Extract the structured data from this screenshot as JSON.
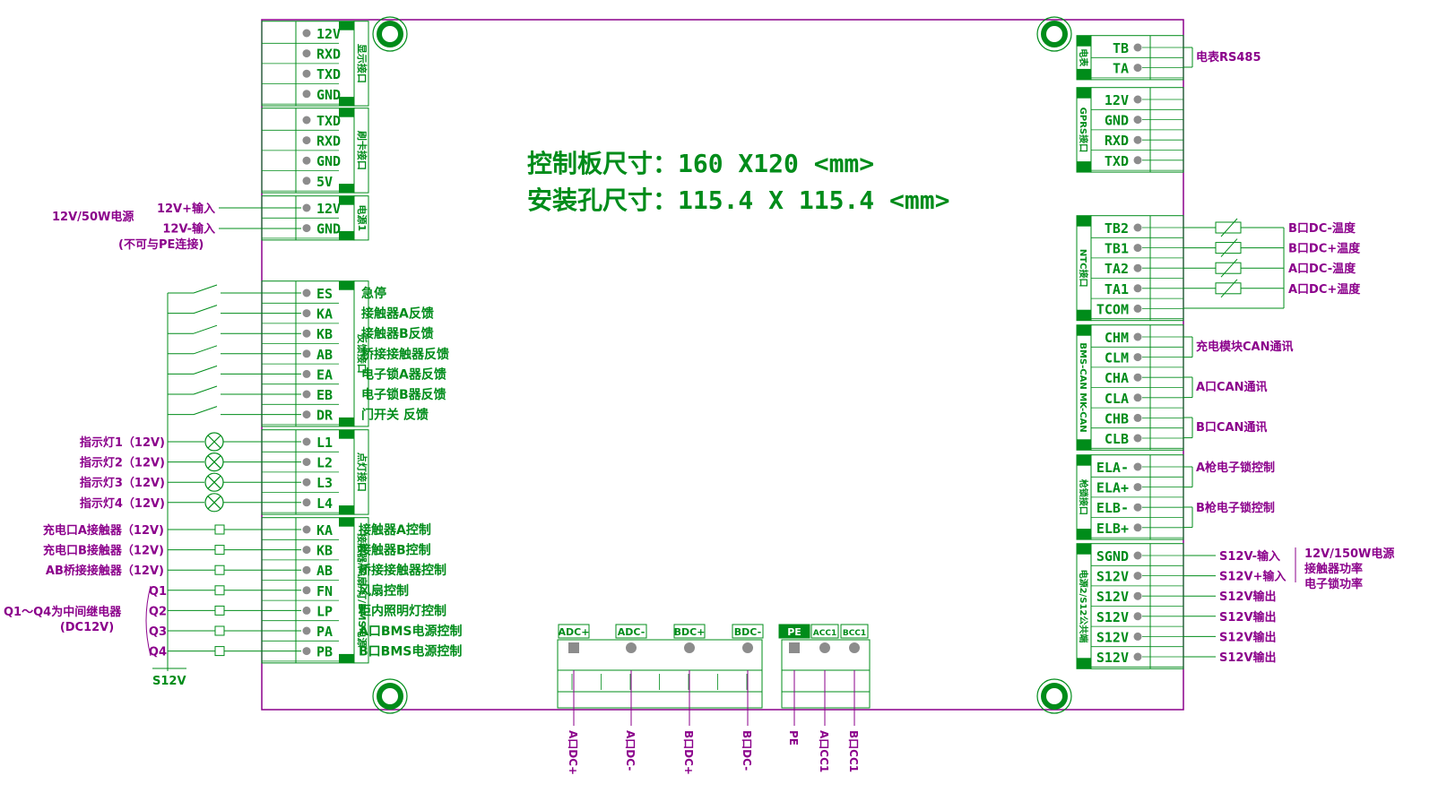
{
  "colors": {
    "green": "#008c1a",
    "purple": "#8b008b",
    "board": "#8b008b",
    "bg": "#ffffff"
  },
  "title": {
    "board_size": "控制板尺寸：160 X120 <mm>",
    "hole_size": "安装孔尺寸：115.4 X 115.4 <mm>"
  },
  "left_groups": [
    {
      "group": "显示接口",
      "pins": [
        "12V",
        "RXD",
        "TXD",
        "GND"
      ],
      "labels": [
        "",
        "",
        "",
        ""
      ]
    },
    {
      "group": "刷卡接口",
      "pins": [
        "TXD",
        "RXD",
        "GND",
        "5V"
      ],
      "labels": [
        "",
        "",
        "",
        ""
      ]
    },
    {
      "group": "电源1",
      "pins": [
        "12V",
        "GND"
      ],
      "labels": [
        "12V+输入",
        "12V-输入"
      ]
    },
    {
      "group": "反馈接口",
      "pins": [
        "ES",
        "KA",
        "KB",
        "AB",
        "EA",
        "EB",
        "DR"
      ],
      "labels": [
        "急停",
        "接触器A反馈",
        "接触器B反馈",
        "桥接接触器反馈",
        "电子锁A器反馈",
        "电子锁B器反馈",
        "门开关 反馈"
      ]
    },
    {
      "group": "点灯接口",
      "pins": [
        "L1",
        "L2",
        "L3",
        "L4"
      ],
      "labels": [
        "指示灯1（12V)",
        "指示灯2（12V)",
        "指示灯3（12V)",
        "指示灯4（12V)"
      ]
    },
    {
      "group": "接触器/风扇/灯/BMS电源",
      "pins": [
        "KA",
        "KB",
        "AB",
        "FN",
        "LP",
        "PA",
        "PB"
      ],
      "labels": [
        "接触器A控制",
        "接触器B控制",
        "桥接接触器控制",
        "风扇控制",
        "柜内照明灯控制",
        "A口BMS电源控制",
        "B口BMS电源控制"
      ]
    }
  ],
  "left_extra": {
    "psu": "12V/50W电源",
    "note": "(不可与PE连接)",
    "relay_left": [
      "充电口A接触器（12V)",
      "充电口B接触器（12V)",
      "AB桥接接触器（12V)"
    ],
    "q_labels": [
      "Q1",
      "Q2",
      "Q3",
      "Q4"
    ],
    "q_note_1": "Q1～Q4为中间继电器",
    "q_note_2": "(DC12V)",
    "s12v": "S12V"
  },
  "right_groups": [
    {
      "group": "电表",
      "pins": [
        "TB",
        "TA"
      ],
      "labels": [
        "电表RS485"
      ]
    },
    {
      "group": "GPRS接口",
      "pins": [
        "12V",
        "GND",
        "RXD",
        "TXD"
      ],
      "labels": []
    },
    {
      "group": "NTC接口",
      "pins": [
        "TB2",
        "TB1",
        "TA2",
        "TA1",
        "TCOM"
      ],
      "labels": [
        "B口DC-温度",
        "B口DC+温度",
        "A口DC-温度",
        "A口DC+温度"
      ]
    },
    {
      "group": "BMS-CAN MK-CAN",
      "pins": [
        "CHM",
        "CLM",
        "CHA",
        "CLA",
        "CHB",
        "CLB"
      ],
      "labels": [
        "充电模块CAN通讯",
        "A口CAN通讯",
        "B口CAN通讯"
      ]
    },
    {
      "group": "枪锁接口",
      "pins": [
        "ELA-",
        "ELA+",
        "ELB-",
        "ELB+"
      ],
      "labels": [
        "A枪电子锁控制",
        "B枪电子锁控制"
      ]
    },
    {
      "group": "电源2/S12公共端",
      "pins": [
        "SGND",
        "S12V",
        "S12V",
        "S12V",
        "S12V",
        "S12V"
      ],
      "labels": [
        "S12V-输入",
        "S12V+输入",
        "S12V输出",
        "S12V输出",
        "S12V输出",
        "S12V输出"
      ]
    }
  ],
  "right_extra": {
    "psu_lines": [
      "12V/150W电源",
      "接触器功率",
      "电子锁功率"
    ]
  },
  "bottom": {
    "dc_pins": [
      "ADC+",
      "ADC-",
      "BDC+",
      "BDC-"
    ],
    "dc_labels": [
      "A口DC+",
      "A口DC-",
      "B口DC+",
      "B口DC-"
    ],
    "cc_pins": [
      "PE",
      "ACC1",
      "BCC1"
    ],
    "cc_labels": [
      "PE",
      "A口CC1",
      "B口CC1"
    ]
  }
}
